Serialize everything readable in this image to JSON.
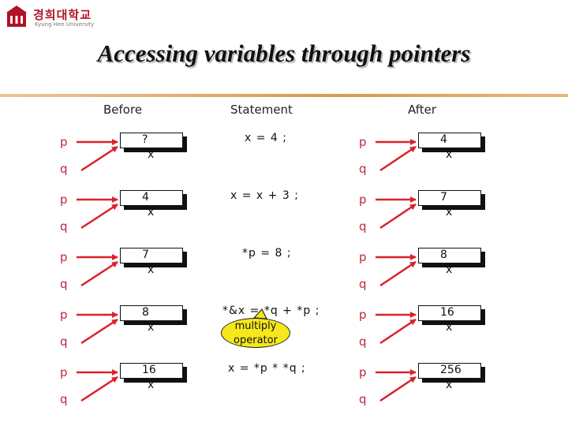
{
  "logo": {
    "korean": "경희대학교",
    "english": "Kyung Hee University"
  },
  "title": "Accessing variables through pointers",
  "headers": {
    "before": "Before",
    "statement": "Statement",
    "after": "After"
  },
  "pointer_labels": {
    "p": "p",
    "q": "q",
    "x": "x"
  },
  "rows": [
    {
      "before": "?",
      "statement": "x = 4 ;",
      "after": "4"
    },
    {
      "before": "4",
      "statement": "x = x + 3 ;",
      "after": "7"
    },
    {
      "before": "7",
      "statement": "*p = 8 ;",
      "after": "8"
    },
    {
      "before": "8",
      "statement": "*&x = *q + *p ;",
      "after": "16"
    },
    {
      "before": "16",
      "statement": "x = *p * *q ;",
      "after": "256"
    }
  ],
  "callout": {
    "line1": "multiply",
    "line2": "operator"
  },
  "colors": {
    "label_red": "#c0263c",
    "arrow_red": "#d8232a",
    "callout_yellow": "#f5e81c",
    "rule_gold": "#d79a4f"
  }
}
